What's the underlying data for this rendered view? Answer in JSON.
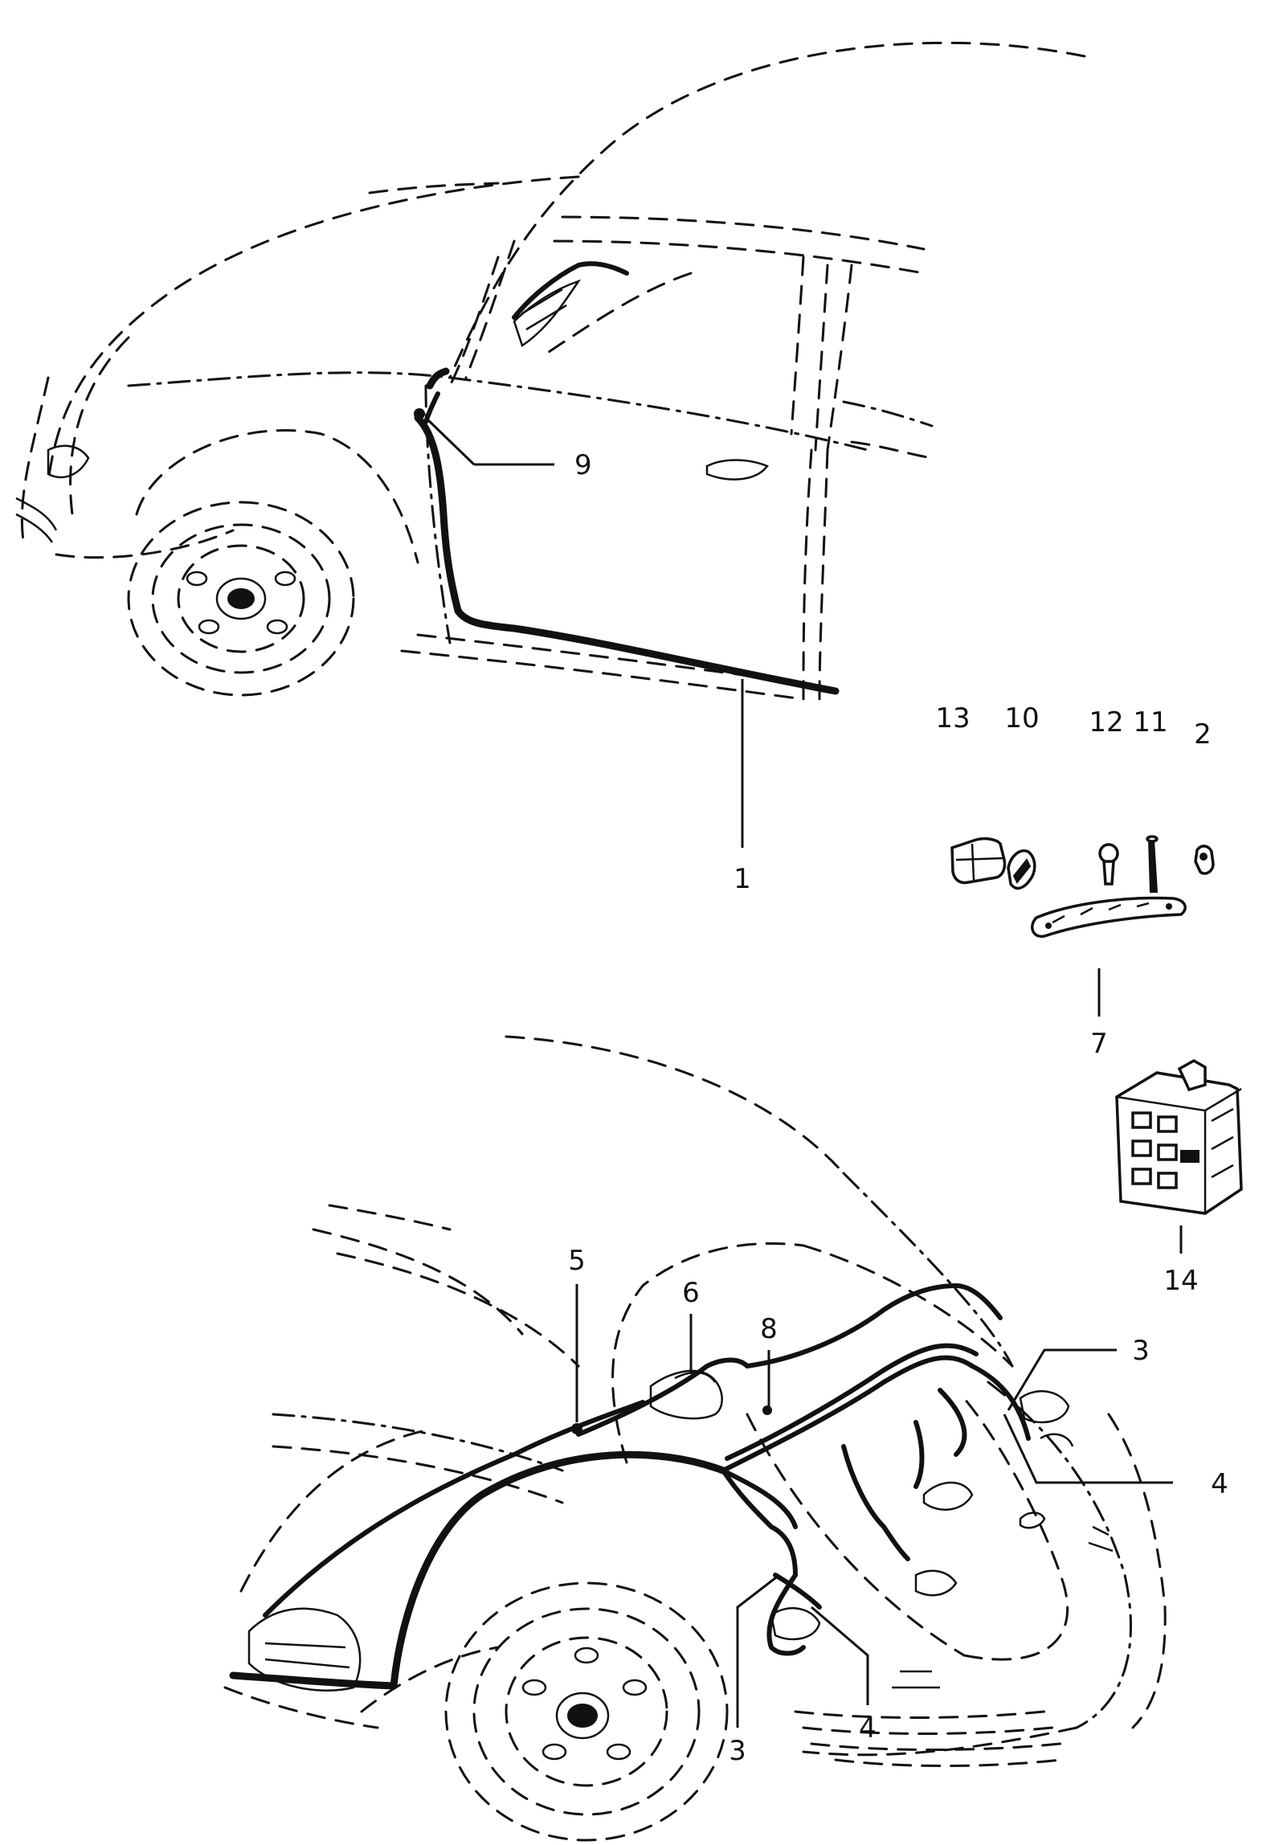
{
  "callouts": {
    "c1": "1",
    "c2": "2",
    "c3a": "3",
    "c3b": "3",
    "c4a": "4",
    "c4b": "4",
    "c5": "5",
    "c6": "6",
    "c7": "7",
    "c8": "8",
    "c9": "9",
    "c10": "10",
    "c11": "11",
    "c12": "12",
    "c13": "13",
    "c14": "14"
  }
}
